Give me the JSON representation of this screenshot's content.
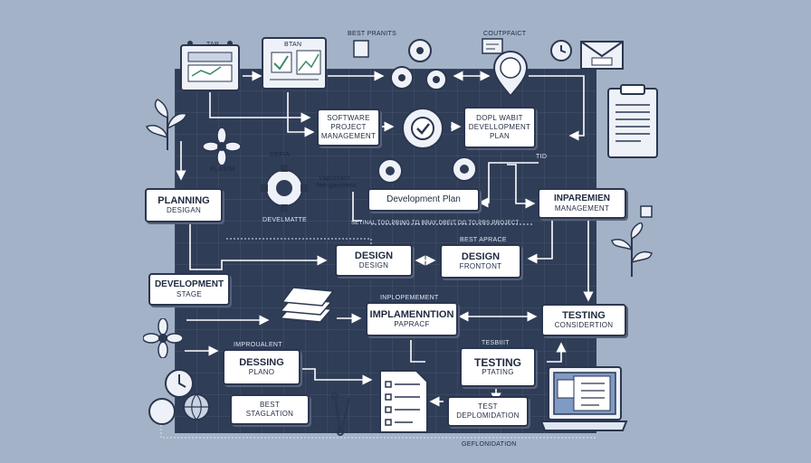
{
  "boxes": {
    "software_pm": {
      "l1": "SOFTWARE",
      "l2": "PROJECT",
      "l3": "MANAGEMENT"
    },
    "dopl": {
      "l1": "DOPL WABIT",
      "l2": "DEVELLOPMENT",
      "l3": "PLAN"
    },
    "planning": {
      "title": "PLANNING",
      "sub": "DESIGAN"
    },
    "dev_plan": {
      "title": "Development Plan"
    },
    "inparemien": {
      "title": "INPAREMIEN",
      "sub": "MANAGEMENT"
    },
    "design1": {
      "title": "DESIGN",
      "sub": "DESIGN"
    },
    "design2": {
      "title": "DESIGN",
      "sub": "FRONTONT"
    },
    "dev_stage": {
      "title": "DEVELOPMENT",
      "sub": "STAGE"
    },
    "implementation": {
      "title": "IMPLAMENNTION",
      "sub": "PAPRACF"
    },
    "testing1": {
      "title": "TESTING",
      "sub": "CONSIDERTION"
    },
    "dessing": {
      "title": "DESSING",
      "sub": "PLANO"
    },
    "testing2": {
      "title": "TESTING",
      "sub": "PTATING"
    },
    "best": {
      "title": "BEST",
      "sub": "STAGLATION"
    },
    "test_depl": {
      "title": "TEST",
      "sub": "DEPLOMIDATION"
    }
  },
  "labels": {
    "tap": "TAP",
    "btan": "BTAN",
    "best_pranits": "BEST PRANITS",
    "coutpfaict": "COUTPFAICT",
    "plasim": "PLASIM",
    "defia": "DEFIA",
    "vapronant": "Vapronant",
    "nengaersent": "Nengaersent",
    "tid": "TID",
    "develmatte": "DEVELMATTE",
    "setinal": "SETINAL TOO PRING TO BRAY DREIT DG TO PRS PROJECT",
    "best_aprace": "BEST APRACE",
    "inplopemement": "INPLOPEMEMENT",
    "improualent": "IMPROUALENT",
    "tesbiiit": "TESBIIIT",
    "geflonidation": "GEFLONIDATION"
  }
}
